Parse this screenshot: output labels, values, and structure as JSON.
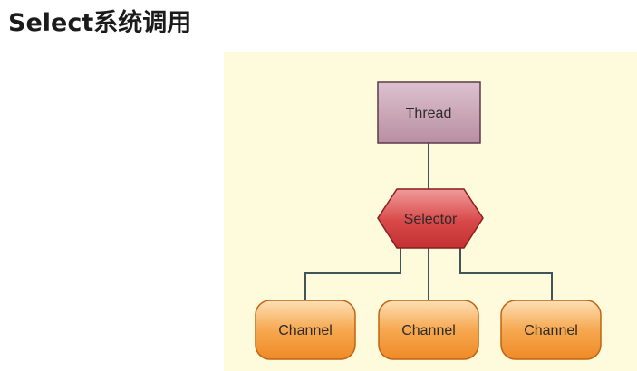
{
  "page": {
    "title": "Select系统调用"
  },
  "diagram": {
    "nodes": {
      "thread": "Thread",
      "selector": "Selector",
      "channels": [
        "Channel",
        "Channel",
        "Channel"
      ]
    },
    "colors": {
      "canvas_background": "#fdfbdc",
      "thread_fill": "#c8a2b4",
      "thread_stroke": "#5a3a4c",
      "selector_fill": "#d84848",
      "selector_stroke": "#8a1e1e",
      "channel_fill": "#f49a3a",
      "channel_stroke": "#c06414",
      "connector": "#3f555c"
    }
  }
}
